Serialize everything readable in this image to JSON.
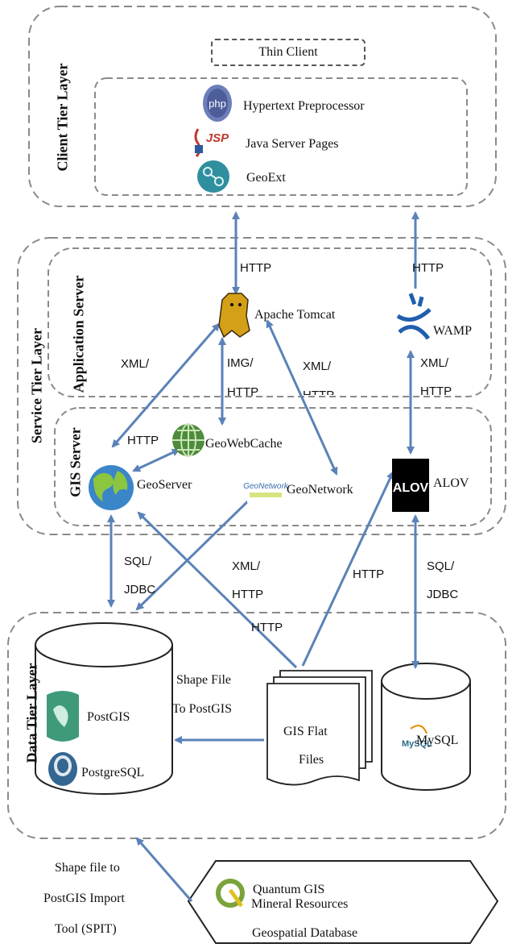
{
  "layers": {
    "client": "Client Tier Layer",
    "service": "Service Tier Layer",
    "app_server": "Application Server",
    "gis_server": "GIS Server",
    "data": "Data Tier Layer"
  },
  "client": {
    "thin_client": "Thin Client",
    "php": "Hypertext Preprocessor",
    "jsp": "Java Server Pages",
    "geoext": "GeoExt",
    "php_icon_text": "php",
    "jsp_icon_text": "JSP"
  },
  "service": {
    "tomcat": "Apache Tomcat",
    "wamp": "WAMP",
    "geowebcache": "GeoWebCache",
    "geoserver": "GeoServer",
    "geonetwork": "GeoNetwork",
    "alov": "ALOV",
    "geonetwork_icon_text": "GeoNetwork"
  },
  "data": {
    "postgis": "PostGIS",
    "postgresql": "PostgreSQL",
    "flat1": "GIS Flat",
    "flat2": "Files",
    "mysql": "MySQL",
    "mysql_icon_text": "MySQL"
  },
  "source": {
    "line1": "Quantum GIS",
    "line2": "Mineral Resources",
    "line3": "Geospatial Database"
  },
  "edge_labels": {
    "http_tomcat": "HTTP",
    "http_wamp": "HTTP",
    "xml_left": "XML/",
    "img_http1": "IMG/",
    "img_http2": "HTTP",
    "xml_mid1": "XML/",
    "xml_mid2": "HTTP",
    "xml_wamp1": "XML/",
    "xml_wamp2": "HTTP",
    "http_gwc": "HTTP",
    "sql_left1": "SQL/",
    "sql_left2": "JDBC",
    "xml_flat1": "XML/",
    "xml_flat2": "HTTP",
    "http_flat": "HTTP",
    "http_alov": "HTTP",
    "sql_right1": "SQL/",
    "sql_right2": "JDBC",
    "shape1": "Shape File",
    "shape2": "To PostGIS",
    "spit1": "Shape file to",
    "spit2": "PostGIS Import",
    "spit3": "Tool (SPIT)"
  },
  "colors": {
    "arrow": "#5b82b8",
    "border": "#8a8a8a",
    "php_blue": "#6d7fb8",
    "geoext_teal": "#2f8f9f",
    "alov_black": "#000000",
    "postgis_green": "#3f9a7a",
    "postgres_blue": "#336791",
    "qgis_green": "#7aa33a"
  }
}
